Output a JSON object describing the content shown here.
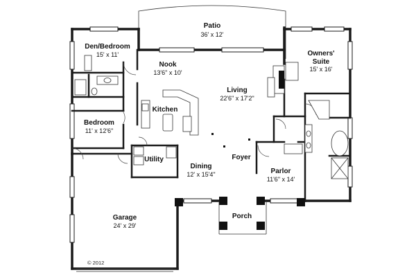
{
  "rooms": {
    "patio": {
      "name": "Patio",
      "dims": "36' x 12'"
    },
    "den_bedroom": {
      "name": "Den/Bedroom",
      "dims": "15' x 11'"
    },
    "nook": {
      "name": "Nook",
      "dims": "13'6\" x 10'"
    },
    "owners_suite": {
      "name_line1": "Owners'",
      "name_line2": "Suite",
      "dims": "15' x 16'"
    },
    "living": {
      "name": "Living",
      "dims": "22'6\" x 17'2\""
    },
    "kitchen": {
      "name": "Kitchen"
    },
    "bedroom": {
      "name": "Bedroom",
      "dims": "11' x 12'6\""
    },
    "utility": {
      "name": "Utility"
    },
    "foyer": {
      "name": "Foyer"
    },
    "dining": {
      "name": "Dining",
      "dims": "12' x 15'4\""
    },
    "parlor": {
      "name": "Parlor",
      "dims": "11'6\" x 14'"
    },
    "porch": {
      "name": "Porch"
    },
    "garage": {
      "name": "Garage",
      "dims": "24' x 29'"
    }
  },
  "copyright": "© 2012"
}
